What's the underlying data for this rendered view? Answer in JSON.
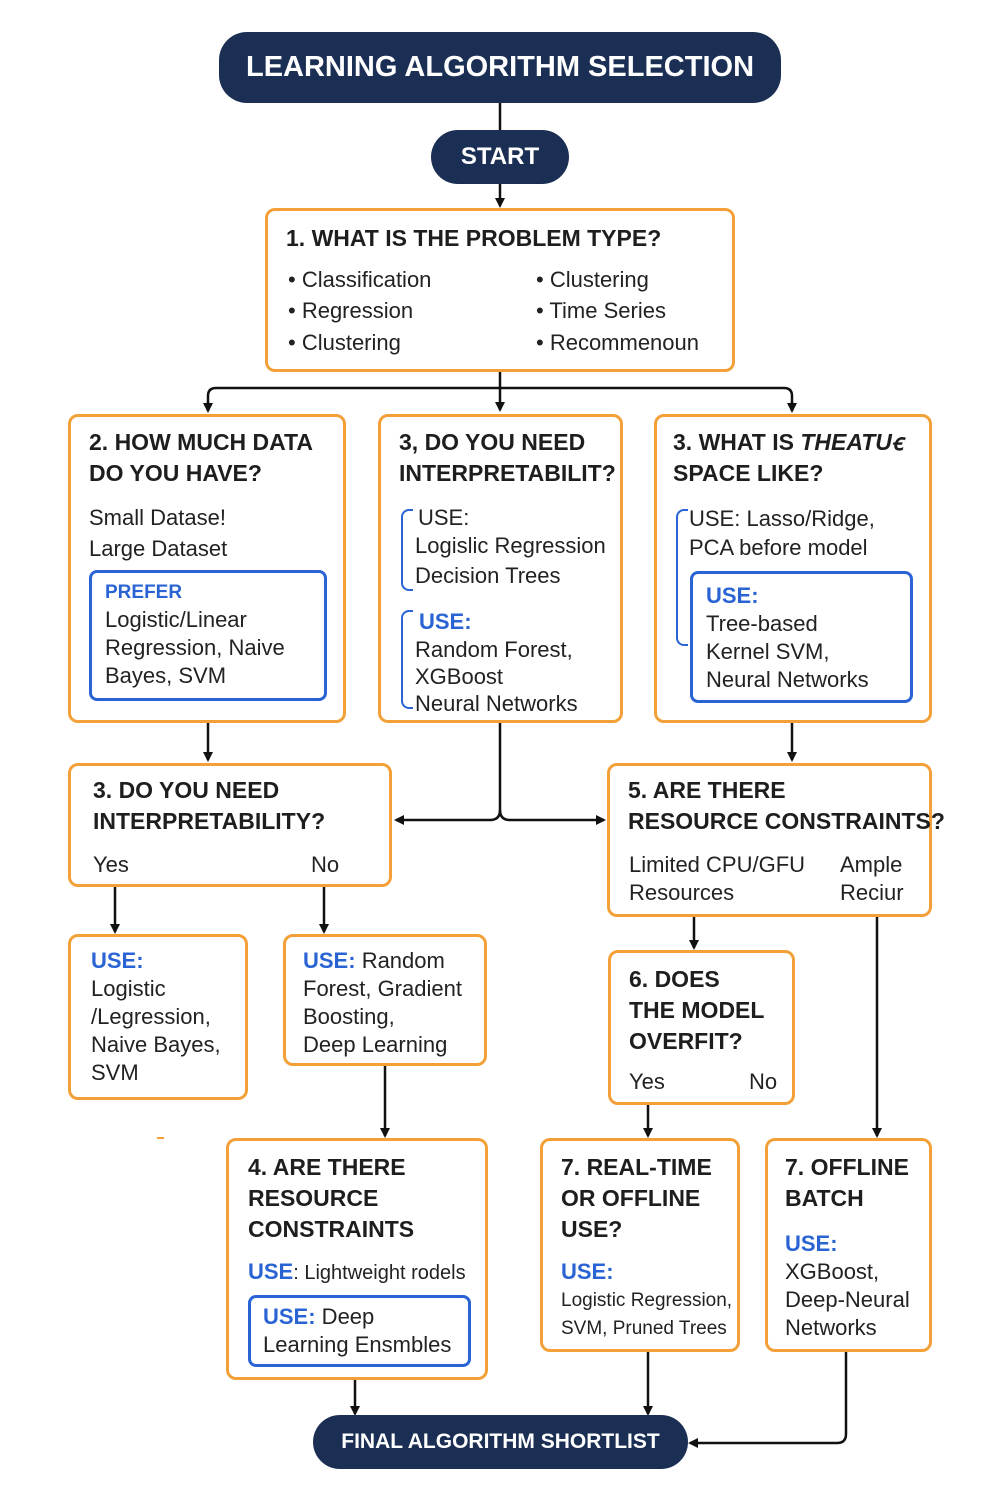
{
  "title": "LEARNING ALGORITHM SELECTION",
  "start": "START",
  "final": "FINAL ALGORITHM SHORTLIST",
  "q1": {
    "heading": "1. WHAT IS THE PROBLEM TYPE?",
    "items_left": [
      "• Classification",
      "• Regression",
      "• Clustering"
    ],
    "items_right": [
      "• Clustering",
      "• Time Series",
      "• Recommenoun"
    ]
  },
  "q2": {
    "heading": [
      "2. HOW MUCH DATA",
      "DO YOU HAVE?"
    ],
    "lines": [
      "Small Datase!",
      "Large Dataset"
    ],
    "prefer_label": "PREFER",
    "prefer_lines": [
      "Logistic/Linear",
      "Regression, Naive",
      "Bayes, SVM"
    ]
  },
  "q3a": {
    "heading": [
      "3, DO YOU NEED",
      "INTERPRETABILIT?"
    ],
    "use1_label": "USE:",
    "use1_lines": [
      "Logislic Regression",
      "Decision Trees"
    ],
    "use2_label": "USE:",
    "use2_lines": [
      "Random Forest,",
      "XGBoost",
      "Neural Networks"
    ]
  },
  "q3b": {
    "heading_prefix": "3. WHAT IS ",
    "heading_italic": "THEATUꞓ",
    "heading_line2": "SPACE LIKE?",
    "use1_lines": [
      "USE: Lasso/Ridge,",
      "PCA before model"
    ],
    "use2_label": "USE:",
    "use2_lines": [
      "Tree-based",
      "Kernel SVM,",
      "Neural Networks"
    ]
  },
  "q3c": {
    "heading": [
      "3. DO YOU NEED",
      "INTERPRETABILITY?"
    ],
    "yes": "Yes",
    "no": "No"
  },
  "q5": {
    "heading": [
      "5. ARE THERE",
      "RESOURCE CONSTRAINTS?"
    ],
    "left_lines": [
      "Limited CPU/GFU",
      "Resources"
    ],
    "right_lines": [
      "Ample",
      "Reciur"
    ]
  },
  "use_left": {
    "label": "USE:",
    "lines": [
      "Logistic",
      "/Legression,",
      "Naive Bayes,",
      "SVM"
    ]
  },
  "use_mid": {
    "label": "USE:",
    "label_rest": "Random",
    "lines": [
      "Forest, Gradient",
      "Boosting,",
      "Deep Learning"
    ]
  },
  "q6": {
    "heading": [
      "6. DOES",
      "THE MODEL",
      "OVERFIT?"
    ],
    "yes": "Yes",
    "no": "No"
  },
  "q4": {
    "heading": [
      "4. ARE THERE",
      "RESOURCE",
      "CONSTRAINTS"
    ],
    "use1_label": "USE",
    "use1_rest": ": Lightweight rodels",
    "use2_label": "USE:",
    "use2_rest": " Deep",
    "use2_line2": "Learning Ensmbles"
  },
  "q7a": {
    "heading": [
      "7. REAL-TIME",
      "OR OFFLINE",
      "USE?"
    ],
    "use_label": "USE:",
    "use_lines": [
      "Logistic Regression,",
      "SVM, Pruned Trees"
    ]
  },
  "q7b": {
    "heading": [
      "7. OFFLINE",
      "BATCH"
    ],
    "use_label": "USE:",
    "use_lines": [
      "XGBoost,",
      "Deep-Neural",
      "Networks"
    ]
  },
  "colors": {
    "navy": "#1b2f55",
    "orange": "#f4a039",
    "blue": "#2a64d4",
    "arrow": "#111111"
  }
}
